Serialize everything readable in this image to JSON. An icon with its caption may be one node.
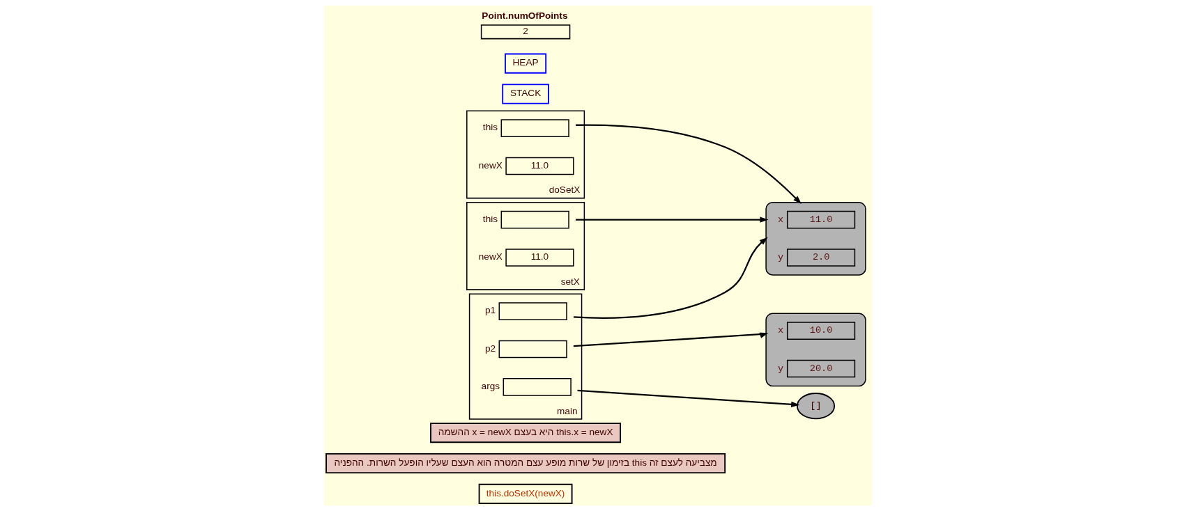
{
  "diagram": {
    "nodes": [
      {
        "text": [
          "this.doSetX(newX)"
        ]
      },
      {
        "text": [
          "בזימון של שרות מופע עצם המטרה הוא העצם שעליו הופעל השרות. ההפניה this מצביעה לעצם זה"
        ]
      },
      {
        "text": [
          "ההשמה x = newX היא בעצם this.x = newX"
        ]
      },
      {
        "text": [],
        "shape": "box",
        "beside": [
          "doSetX"
        ]
      },
      {
        "text": [],
        "shape": "box",
        "in": 3,
        "beside": [
          "this"
        ]
      },
      {
        "text": [
          "11.0"
        ],
        "in": 3,
        "beside": [
          "newX"
        ]
      },
      {
        "text": [],
        "shape": "box",
        "beside": [
          "setX"
        ]
      },
      {
        "text": [],
        "shape": "box",
        "in": 6,
        "beside": [
          "this"
        ]
      },
      {
        "text": [
          "11.0"
        ],
        "in": 6,
        "beside": [
          "newX"
        ]
      },
      {
        "text": [],
        "shape": "box",
        "beside": [
          "main"
        ]
      },
      {
        "text": [],
        "shape": "box",
        "in": 9,
        "beside": [
          "p2"
        ]
      },
      {
        "text": [],
        "shape": "box",
        "in": 9,
        "beside": [
          "p1"
        ]
      },
      {
        "text": [],
        "shape": "box",
        "in": 9,
        "beside": [
          "args"
        ]
      },
      {
        "text": [
          "STACK"
        ]
      },
      {
        "text": [
          "HEAP"
        ]
      },
      {
        "text": [
          "Point.numOfPoints",
          "2"
        ]
      },
      {
        "text": [],
        "shape": "cloud"
      },
      {
        "text": [
          "10.0"
        ],
        "in": 16,
        "beside": [
          "x"
        ]
      },
      {
        "text": [
          "20.0"
        ],
        "in": 16,
        "beside": [
          "y"
        ]
      },
      {
        "text": [],
        "shape": "cloud"
      },
      {
        "text": [
          "11.0"
        ],
        "in": 19,
        "beside": [
          "x"
        ]
      },
      {
        "text": [
          "2.0"
        ],
        "in": 19,
        "beside": [
          "y"
        ]
      },
      {
        "text": [
          "[]"
        ]
      }
    ],
    "edges": [
      {
        "from": 4,
        "to": 19,
        "arrow": "to"
      },
      {
        "from": 7,
        "to": 19,
        "arrow": "to"
      },
      {
        "from": 10,
        "to": 16,
        "arrow": "to"
      },
      {
        "from": 11,
        "to": 19,
        "arrow": "to"
      },
      {
        "from": 12,
        "to": 22,
        "arrow": "to"
      }
    ]
  }
}
